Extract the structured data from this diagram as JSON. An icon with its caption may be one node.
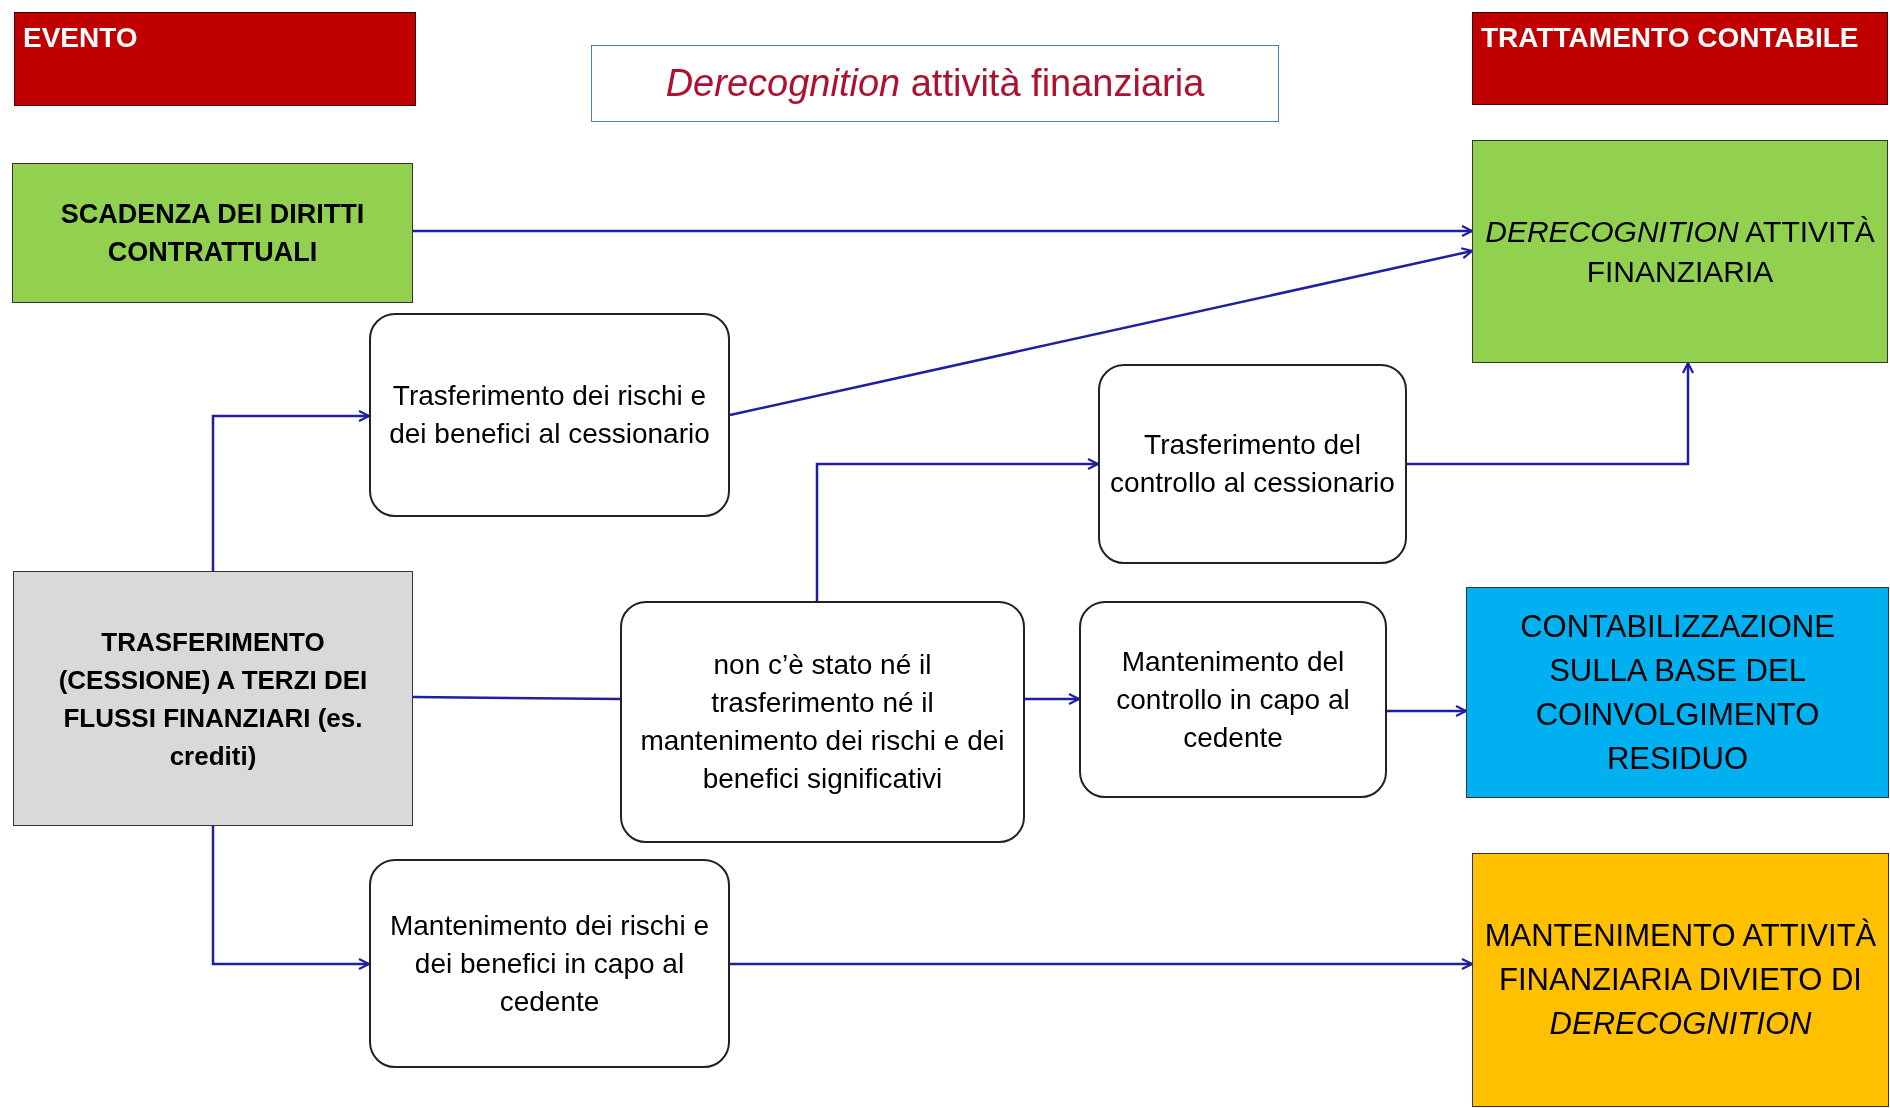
{
  "diagram": {
    "title": "*Derecognition* attività finanziaria",
    "nodes": [
      {
        "text": [
          "EVENTO"
        ]
      },
      {
        "text": [
          "TRATTAMENTO CONTABILE"
        ]
      },
      {
        "text": [
          "SCADENZA DEI DIRITTI CONTRATTUALI"
        ]
      },
      {
        "text": [
          "*DERECOGNITION* ATTIVITÀ FINANZIARIA"
        ]
      },
      {
        "text": [
          "Trasferimento dei rischi e dei benefici al cessionario"
        ]
      },
      {
        "text": [
          "Trasferimento del controllo al cessionario"
        ]
      },
      {
        "text": [
          "TRASFERIMENTO (CESSIONE) A TERZI DEI FLUSSI FINANZIARI (es. crediti)"
        ]
      },
      {
        "text": [
          "non c’è stato né il trasferimento né il mantenimento dei rischi e dei benefici significativi"
        ]
      },
      {
        "text": [
          "Mantenimento del controllo in capo al cedente"
        ]
      },
      {
        "text": [
          "CONTABILIZZAZIONE SULLA BASE DEL COINVOLGIMENTO RESIDUO"
        ]
      },
      {
        "text": [
          "Mantenimento dei rischi e dei benefici in capo al cedente"
        ]
      },
      {
        "text": [
          "MANTENIMENTO ATTIVITÀ FINANZIARIA DIVIETO DI *DERECOGNITION*"
        ]
      }
    ],
    "edges": [
      {
        "from": 2,
        "to": 3,
        "arrow": "to"
      },
      {
        "from": 4,
        "to": 3,
        "arrow": "to"
      },
      {
        "from": 6,
        "to": 4,
        "arrow": "to"
      },
      {
        "from": 6,
        "to": 10,
        "arrow": "to"
      },
      {
        "from": 6,
        "to": 7,
        "arrow": "none"
      },
      {
        "from": 7,
        "to": 5,
        "arrow": "to"
      },
      {
        "from": 7,
        "to": 8,
        "arrow": "to"
      },
      {
        "from": 5,
        "to": 3,
        "arrow": "to"
      },
      {
        "from": 8,
        "to": 9,
        "arrow": "to"
      },
      {
        "from": 10,
        "to": 11,
        "arrow": "to"
      }
    ]
  }
}
